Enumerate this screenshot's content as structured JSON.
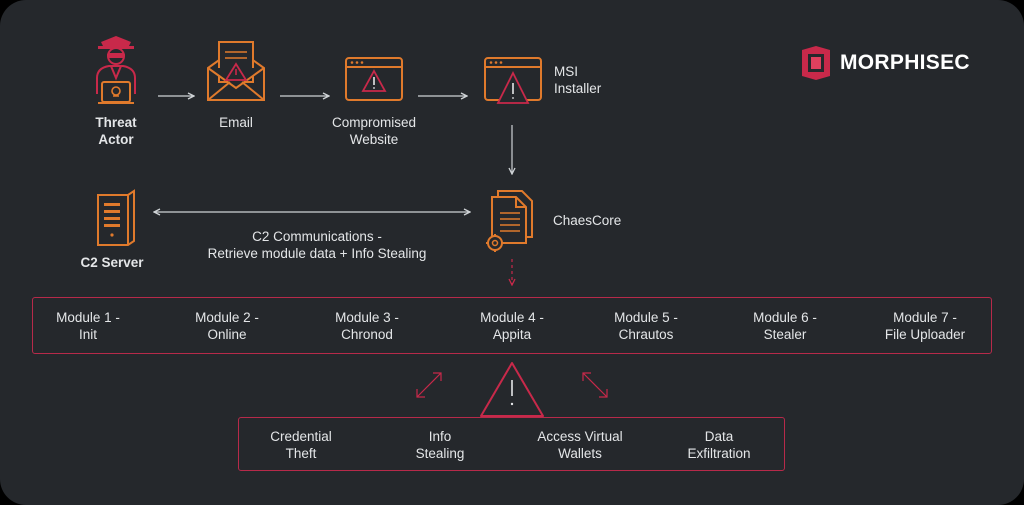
{
  "brand": {
    "name": "MORPHISEC",
    "accent": "#c8294a"
  },
  "colors": {
    "background": "#25282c",
    "icon_orange": "#e07a2c",
    "alert_red": "#c8294a",
    "text": "#e4e6e8",
    "line": "#cfd3d6"
  },
  "flow": {
    "threat_actor": "Threat\nActor",
    "email": "Email",
    "compromised_website": "Compromised\nWebsite",
    "msi_installer": "MSI\nInstaller",
    "chaescore": "ChaesCore",
    "c2_server": "C2 Server",
    "c2_communications": "C2 Communications -\nRetrieve module data + Info Stealing"
  },
  "modules": [
    "Module 1 -\nInit",
    "Module 2 -\nOnline",
    "Module 3 -\nChronod",
    "Module 4 -\nAppita",
    "Module 5 -\nChrautos",
    "Module 6 -\nStealer",
    "Module 7 -\nFile Uploader"
  ],
  "impacts": [
    "Credential\nTheft",
    "Info\nStealing",
    "Access Virtual\nWallets",
    "Data\nExfiltration"
  ],
  "icons": {
    "threat_actor": "hacker-icon",
    "email": "envelope-warning-icon",
    "compromised_website": "browser-warning-icon",
    "msi_installer": "browser-warning-icon",
    "chaescore": "document-gear-icon",
    "c2_server": "server-icon",
    "impact": "warning-triangle-icon"
  }
}
